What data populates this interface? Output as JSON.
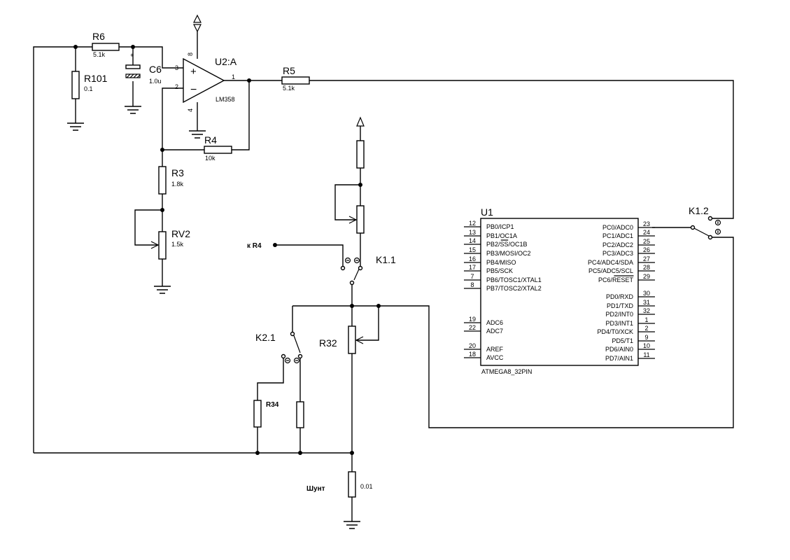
{
  "labels": {
    "r6": "R6",
    "r6_val": "5.1k",
    "r101": "R101",
    "r101_val": "0.1",
    "c6": "C6",
    "c6_val": "1.0u",
    "c6_plus": "+",
    "u2": "U2:A",
    "u2_model": "LM358",
    "u2_pin3": "3",
    "u2_pin2": "2",
    "u2_pin1": "1",
    "u2_pin8": "8",
    "u2_pin4": "4",
    "u2_plus": "+",
    "u2_minus": "−",
    "r5": "R5",
    "r5_val": "5.1k",
    "r4": "R4",
    "r4_val": "10k",
    "r3": "R3",
    "r3_val": "1.8k",
    "rv2": "RV2",
    "rv2_val": "1.5k",
    "k_r4": "к R4",
    "k11": "K1.1",
    "k21": "K2.1",
    "k12": "K1.2",
    "r32": "R32",
    "r34": "R34",
    "shunt": "Шунт",
    "shunt_val": "0.01",
    "u1": "U1",
    "u1_part": "ATMEGA8_32PIN"
  },
  "u1_left_pins": [
    {
      "num": "12",
      "name": "PB0/ICP1"
    },
    {
      "num": "13",
      "name": "PB1/OC1A"
    },
    {
      "num": "14",
      "name": "PB2/SS/OC1B"
    },
    {
      "num": "15",
      "name": "PB3/MOSI/OC2"
    },
    {
      "num": "16",
      "name": "PB4/MISO"
    },
    {
      "num": "17",
      "name": "PB5/SCK"
    },
    {
      "num": "7",
      "name": "PB6/TOSC1/XTAL1"
    },
    {
      "num": "8",
      "name": "PB7/TOSC2/XTAL2"
    },
    {
      "num": "19",
      "name": "ADC6"
    },
    {
      "num": "22",
      "name": "ADC7"
    },
    {
      "num": "20",
      "name": "AREF"
    },
    {
      "num": "18",
      "name": "AVCC"
    }
  ],
  "u1_right_pins": [
    {
      "num": "23",
      "name": "PC0/ADC0"
    },
    {
      "num": "24",
      "name": "PC1/ADC1"
    },
    {
      "num": "25",
      "name": "PC2/ADC2"
    },
    {
      "num": "26",
      "name": "PC3/ADC3"
    },
    {
      "num": "27",
      "name": "PC4/ADC4/SDA"
    },
    {
      "num": "28",
      "name": "PC5/ADC5/SCL"
    },
    {
      "num": "29",
      "name": "PC6/RESET"
    },
    {
      "num": "30",
      "name": "PD0/RXD"
    },
    {
      "num": "31",
      "name": "PD1/TXD"
    },
    {
      "num": "32",
      "name": "PD2/INT0"
    },
    {
      "num": "1",
      "name": "PD3/INT1"
    },
    {
      "num": "2",
      "name": "PD4/T0/XCK"
    },
    {
      "num": "9",
      "name": "PD5/T1"
    },
    {
      "num": "10",
      "name": "PD6/AIN0"
    },
    {
      "num": "11",
      "name": "PD7/AIN1"
    }
  ]
}
